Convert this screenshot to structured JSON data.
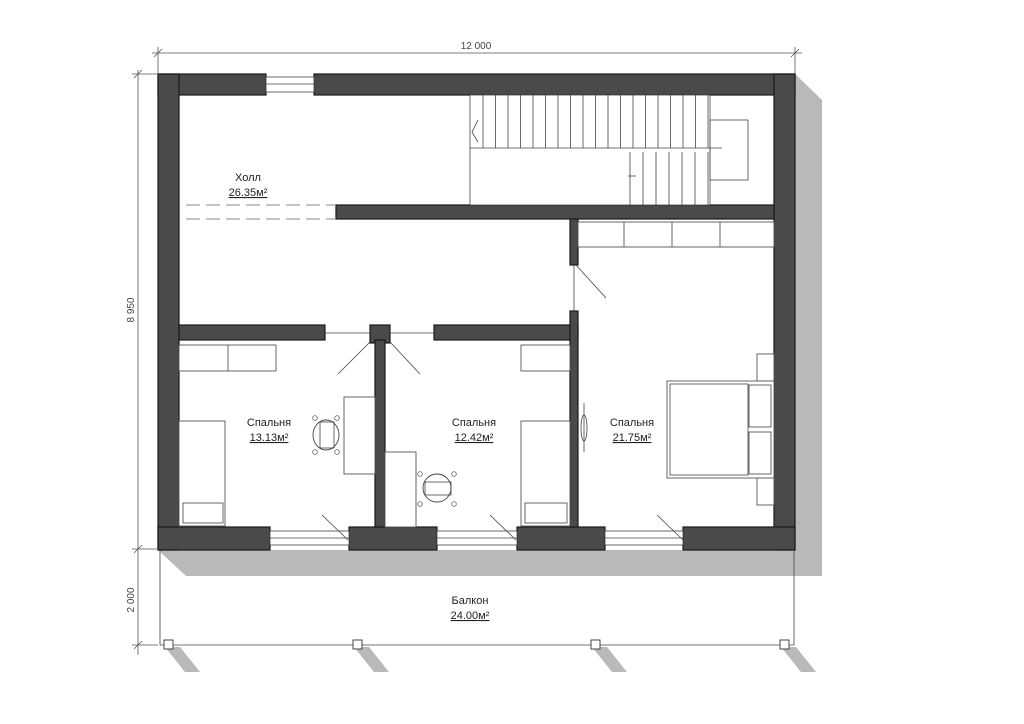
{
  "dimensions": {
    "width": "12 000",
    "depth": "8 950",
    "balcony_depth": "2 000"
  },
  "rooms": {
    "hall": {
      "name": "Холл",
      "area": "26.35",
      "unit": "м²"
    },
    "bedroom_left": {
      "name": "Спальня",
      "area": "13.13",
      "unit": "м²"
    },
    "bedroom_middle": {
      "name": "Спальня",
      "area": "12.42",
      "unit": "м²"
    },
    "bedroom_right": {
      "name": "Спальня",
      "area": "21.75",
      "unit": "м²"
    },
    "balcony": {
      "name": "Балкон",
      "area": "24.00",
      "unit": "м²"
    }
  },
  "colors": {
    "wall": "#4a4a4a",
    "shadow": "#b9b9b9",
    "line": "#444444"
  }
}
